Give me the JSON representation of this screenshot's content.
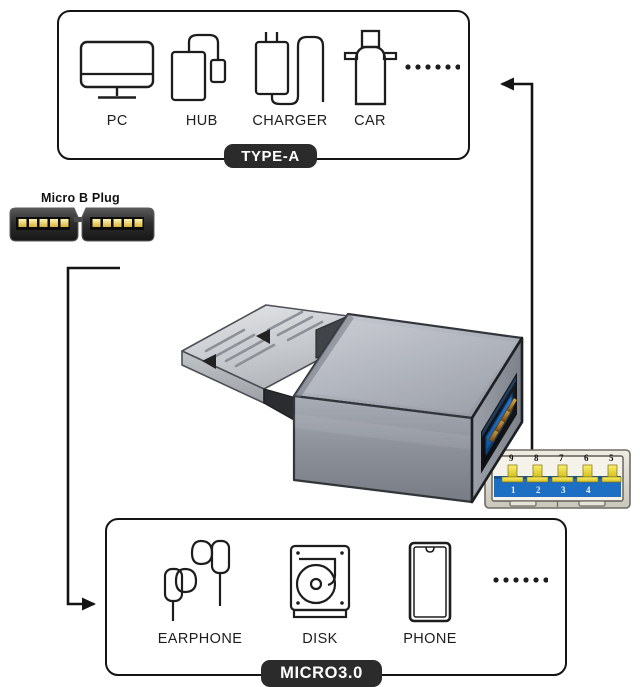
{
  "figure": {
    "title": "USB 3.0 Micro-B to USB-A female OTG adapter compatibility diagram",
    "background": "#ffffff"
  },
  "panels": [
    {
      "id": "type-a",
      "pill_label": "TYPE-A",
      "items": [
        {
          "label": "PC",
          "icon": "monitor-icon"
        },
        {
          "label": "HUB",
          "icon": "usb-hub-icon"
        },
        {
          "label": "CHARGER",
          "icon": "wall-charger-icon"
        },
        {
          "label": "CAR",
          "icon": "car-charger-icon"
        },
        {
          "label": "……",
          "icon": "ellipsis-icon"
        }
      ]
    },
    {
      "id": "micro",
      "pill_label": "MICRO3.0",
      "items": [
        {
          "label": "EARPHONE",
          "icon": "earphones-icon"
        },
        {
          "label": "DISK",
          "icon": "hard-disk-icon"
        },
        {
          "label": "PHONE",
          "icon": "smartphone-icon"
        },
        {
          "label": "……",
          "icon": "ellipsis-icon"
        }
      ]
    }
  ],
  "callouts": {
    "micro_b_plug": {
      "label": "Micro B Plug",
      "contact_groups": 2,
      "contacts_per_group": 5
    },
    "usb_a_port": {
      "top_row_pins": [
        "9",
        "8",
        "7",
        "6",
        "5"
      ],
      "bottom_row_pins": [
        "1",
        "2",
        "3",
        "4"
      ]
    }
  },
  "colors": {
    "outline": "#141414",
    "pill_bg": "#2b2b2b",
    "pill_text": "#ffffff",
    "body_metal_light": "#b9bcc4",
    "body_metal_mid": "#8f939d",
    "body_metal_dark": "#6e727c",
    "usb_blue": "#1d6fc4",
    "usb_blue_dark": "#14508f",
    "contact_gold": "#d8b24a",
    "pin_yellow": "#f2e14a",
    "shell_gray": "#d9d7cd",
    "plug_silver": "#cfd2d6"
  }
}
